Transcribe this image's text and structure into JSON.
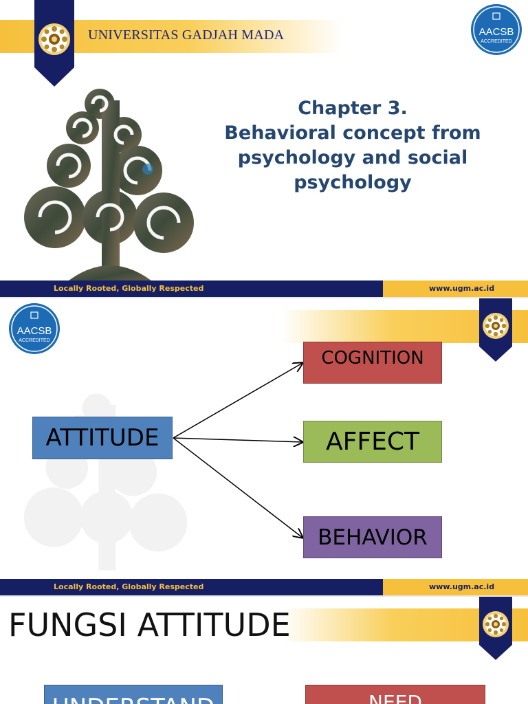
{
  "slide1": {
    "university": "UNIVERSITAS GADJAH MADA",
    "aacsb": {
      "line1": "AACSB",
      "line2": "ACCREDITED"
    },
    "title_lines": [
      "Chapter 3.",
      "Behavioral concept from",
      "psychology and social",
      "psychology"
    ],
    "footer": {
      "tagline": "Locally Rooted, Globally Respected",
      "url": "www.ugm.ac.id"
    }
  },
  "slide2": {
    "aacsb": {
      "line1": "AACSB",
      "line2": "ACCREDITED"
    },
    "source": "ATTITUDE",
    "targets": [
      "COGNITION",
      "AFFECT",
      "BEHAVIOR"
    ],
    "footer": {
      "tagline": "Locally Rooted, Globally Respected",
      "url": "www.ugm.ac.id"
    }
  },
  "slide3": {
    "heading": "FUNGSI ATTITUDE",
    "boxes": [
      "UNDERSTAND",
      "NEED"
    ]
  },
  "colors": {
    "navy": "#161f64",
    "gold": "#f6c03c",
    "title_blue": "#24466f",
    "attitude_blue": "#4f81bd",
    "cognition_red": "#c0504d",
    "affect_green": "#9bbb59",
    "behavior_purple": "#8064a2"
  }
}
